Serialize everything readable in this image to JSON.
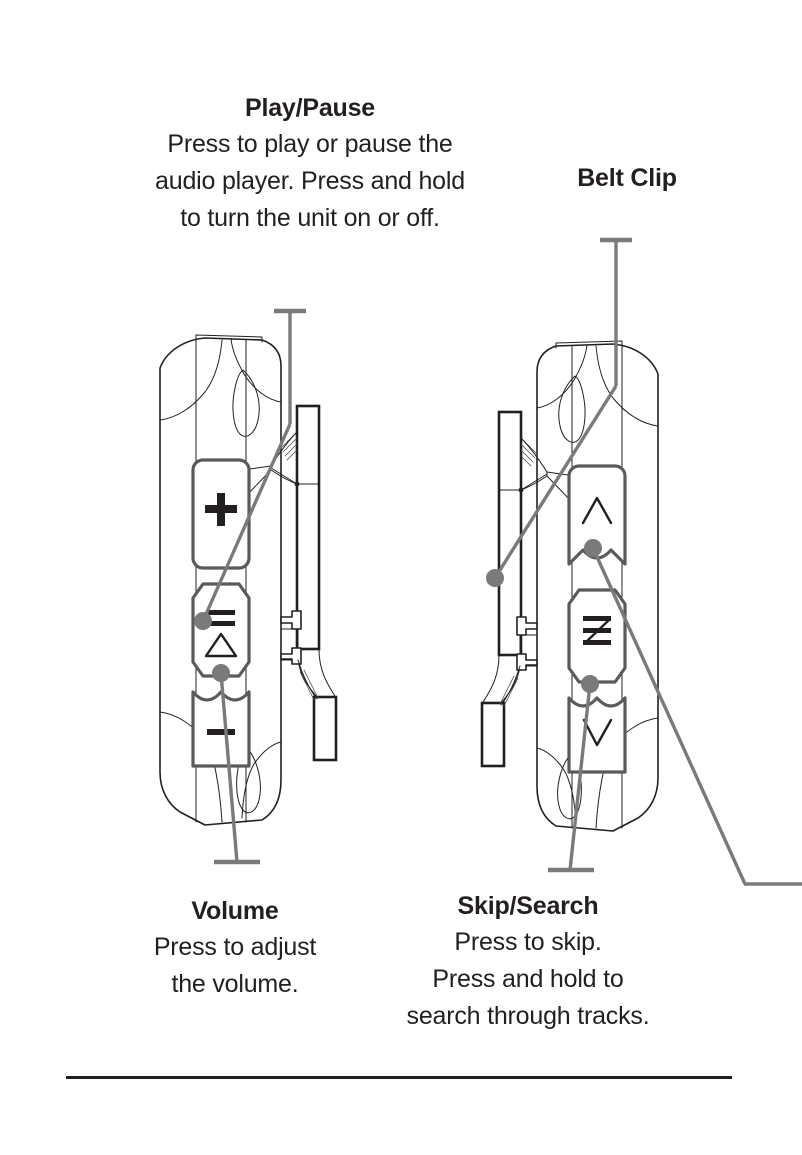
{
  "page": {
    "title": "Audio Player Controls Diagram",
    "background_color": "#ffffff",
    "ink_color": "#231f20",
    "line_color": "#808080"
  },
  "callouts": [
    {
      "id": "play-pause",
      "title": "Play/Pause",
      "lines": [
        "Press to play or pause the",
        "audio player. Press and hold",
        "to turn the unit on or off."
      ]
    },
    {
      "id": "belt-clip",
      "title": "Belt Clip",
      "lines": []
    },
    {
      "id": "volume",
      "title": "Volume",
      "lines": [
        "Press to adjust",
        "the volume."
      ]
    },
    {
      "id": "skip-search",
      "title": "Skip/Search",
      "lines": [
        "Press to skip.",
        "Press and hold to",
        "search through tracks."
      ]
    }
  ],
  "devices": [
    {
      "id": "left-device",
      "label": "audio player side view with volume controls",
      "clip_side": "right",
      "buttons": [
        {
          "name": "volume-up-button",
          "glyph": "plus"
        },
        {
          "name": "play-pause-button",
          "glyph": "pause-play"
        },
        {
          "name": "volume-down-button",
          "glyph": "minus"
        }
      ]
    },
    {
      "id": "right-device",
      "label": "audio player side view with skip and menu controls",
      "clip_side": "left",
      "buttons": [
        {
          "name": "skip-forward-button",
          "glyph": "chevron-up"
        },
        {
          "name": "menu-button",
          "glyph": "menu-bars"
        },
        {
          "name": "skip-back-button",
          "glyph": "chevron-down"
        }
      ]
    }
  ],
  "leader_lines": [
    {
      "name": "play-pause-leader",
      "from": "Play/Pause",
      "to": "left device middle button"
    },
    {
      "name": "belt-clip-leader",
      "from": "Belt Clip",
      "to": "right device belt clip"
    },
    {
      "name": "volume-leader",
      "from": "Volume",
      "to": "left device lower button"
    },
    {
      "name": "skip-search-leader",
      "from": "Skip/Search",
      "to": "right device lower button"
    },
    {
      "name": "belt-clip-right-leader",
      "from": "right device belt clip",
      "to": "page right edge"
    }
  ],
  "divider": {
    "name": "horizontal-rule"
  }
}
